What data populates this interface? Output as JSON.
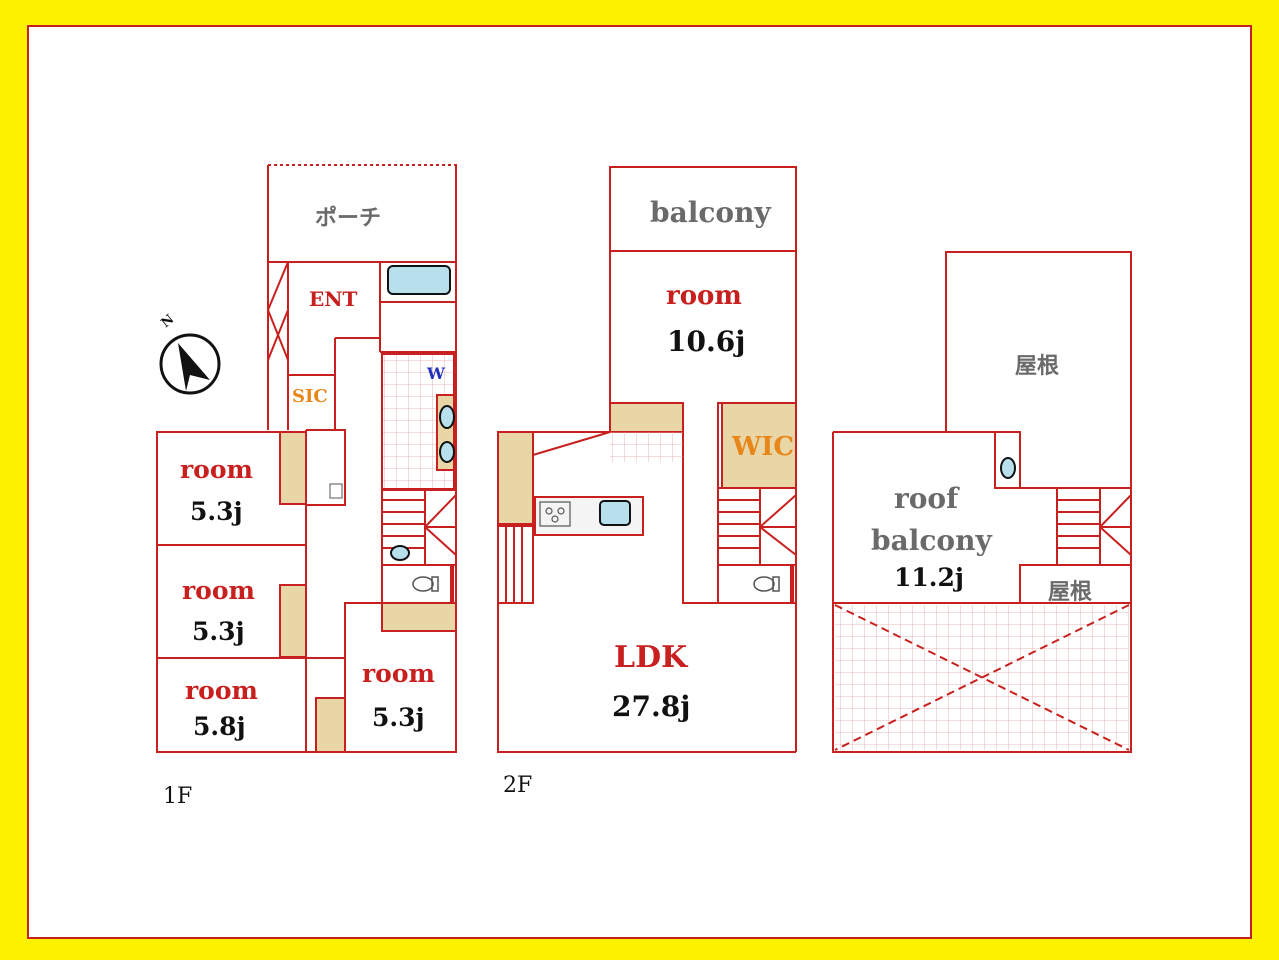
{
  "floor_1": {
    "label": "1F",
    "porch": "ポーチ",
    "entrance": "ENT",
    "shoe_closet": "SIC",
    "washer": "W",
    "room_a": {
      "name": "room",
      "size": "5.3j"
    },
    "room_b": {
      "name": "room",
      "size": "5.3j"
    },
    "room_c": {
      "name": "room",
      "size": "5.8j"
    },
    "room_d": {
      "name": "room",
      "size": "5.3j"
    }
  },
  "floor_2": {
    "label": "2F",
    "balcony": "balcony",
    "room": {
      "name": "room",
      "size": "10.6j"
    },
    "walk_in_closet": "WIC",
    "ldk": {
      "name": "LDK",
      "size": "27.8j"
    }
  },
  "roof_floor": {
    "roof_top": "屋根",
    "roof_side": "屋根",
    "roof_balcony": {
      "line1": "roof",
      "line2": "balcony",
      "size": "11.2j"
    }
  },
  "compass": {
    "letter": "N"
  },
  "colors": {
    "background": "#fff200",
    "wall": "#c8201e",
    "closet": "#e8d6a6",
    "fixture": "#b8e0ec",
    "label_red": "#c8201e",
    "label_orange": "#e8861a"
  }
}
